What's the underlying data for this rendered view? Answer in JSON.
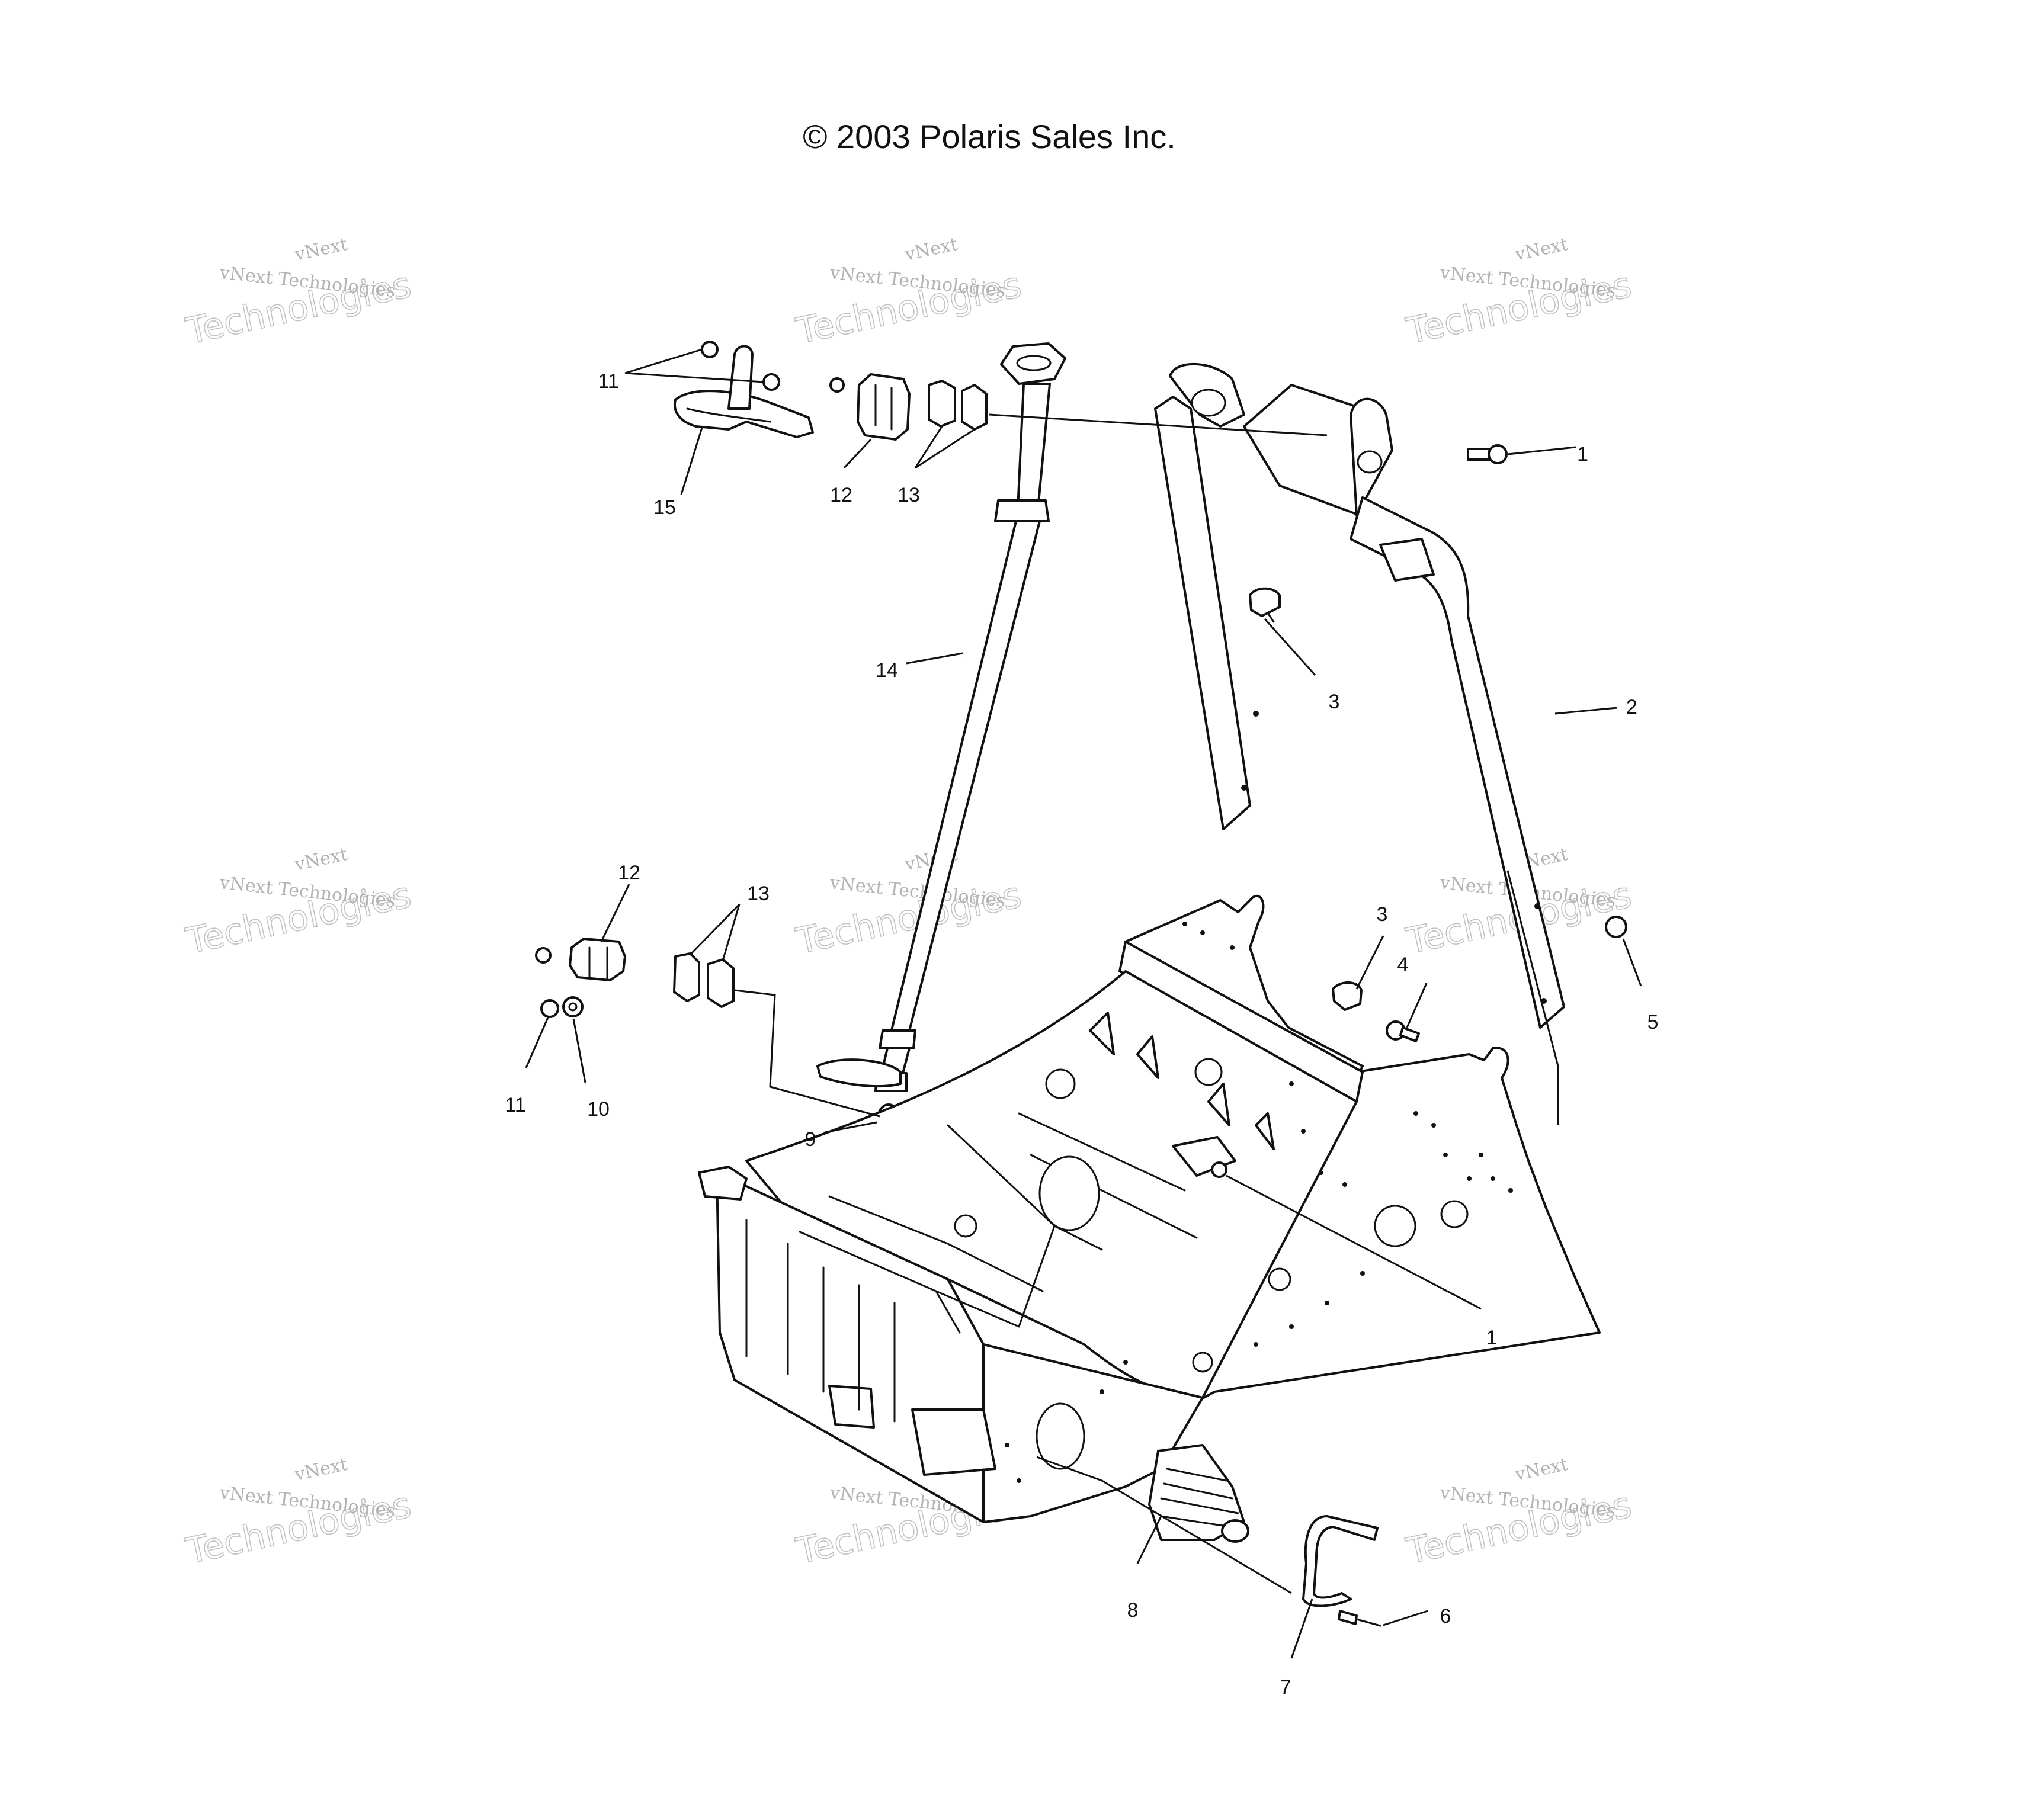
{
  "copyright": "© 2003 Polaris Sales Inc.",
  "watermark": {
    "line1": "vNext",
    "line2": "vNext Technologies",
    "line3": "Technologies"
  },
  "callouts": {
    "c1_top": "1",
    "c1_bottom": "1",
    "c2": "2",
    "c3_upper": "3",
    "c3_lower": "3",
    "c4": "4",
    "c5": "5",
    "c6": "6",
    "c7": "7",
    "c8": "8",
    "c9": "9",
    "c10": "10",
    "c11_top": "11",
    "c11_bottom": "11",
    "c12_top": "12",
    "c12_bottom": "12",
    "c13_top": "13",
    "c13_bottom": "13",
    "c14": "14",
    "c15": "15"
  },
  "colors": {
    "line": "#111111",
    "watermark": "#9a9a9a",
    "background": "#ffffff"
  }
}
